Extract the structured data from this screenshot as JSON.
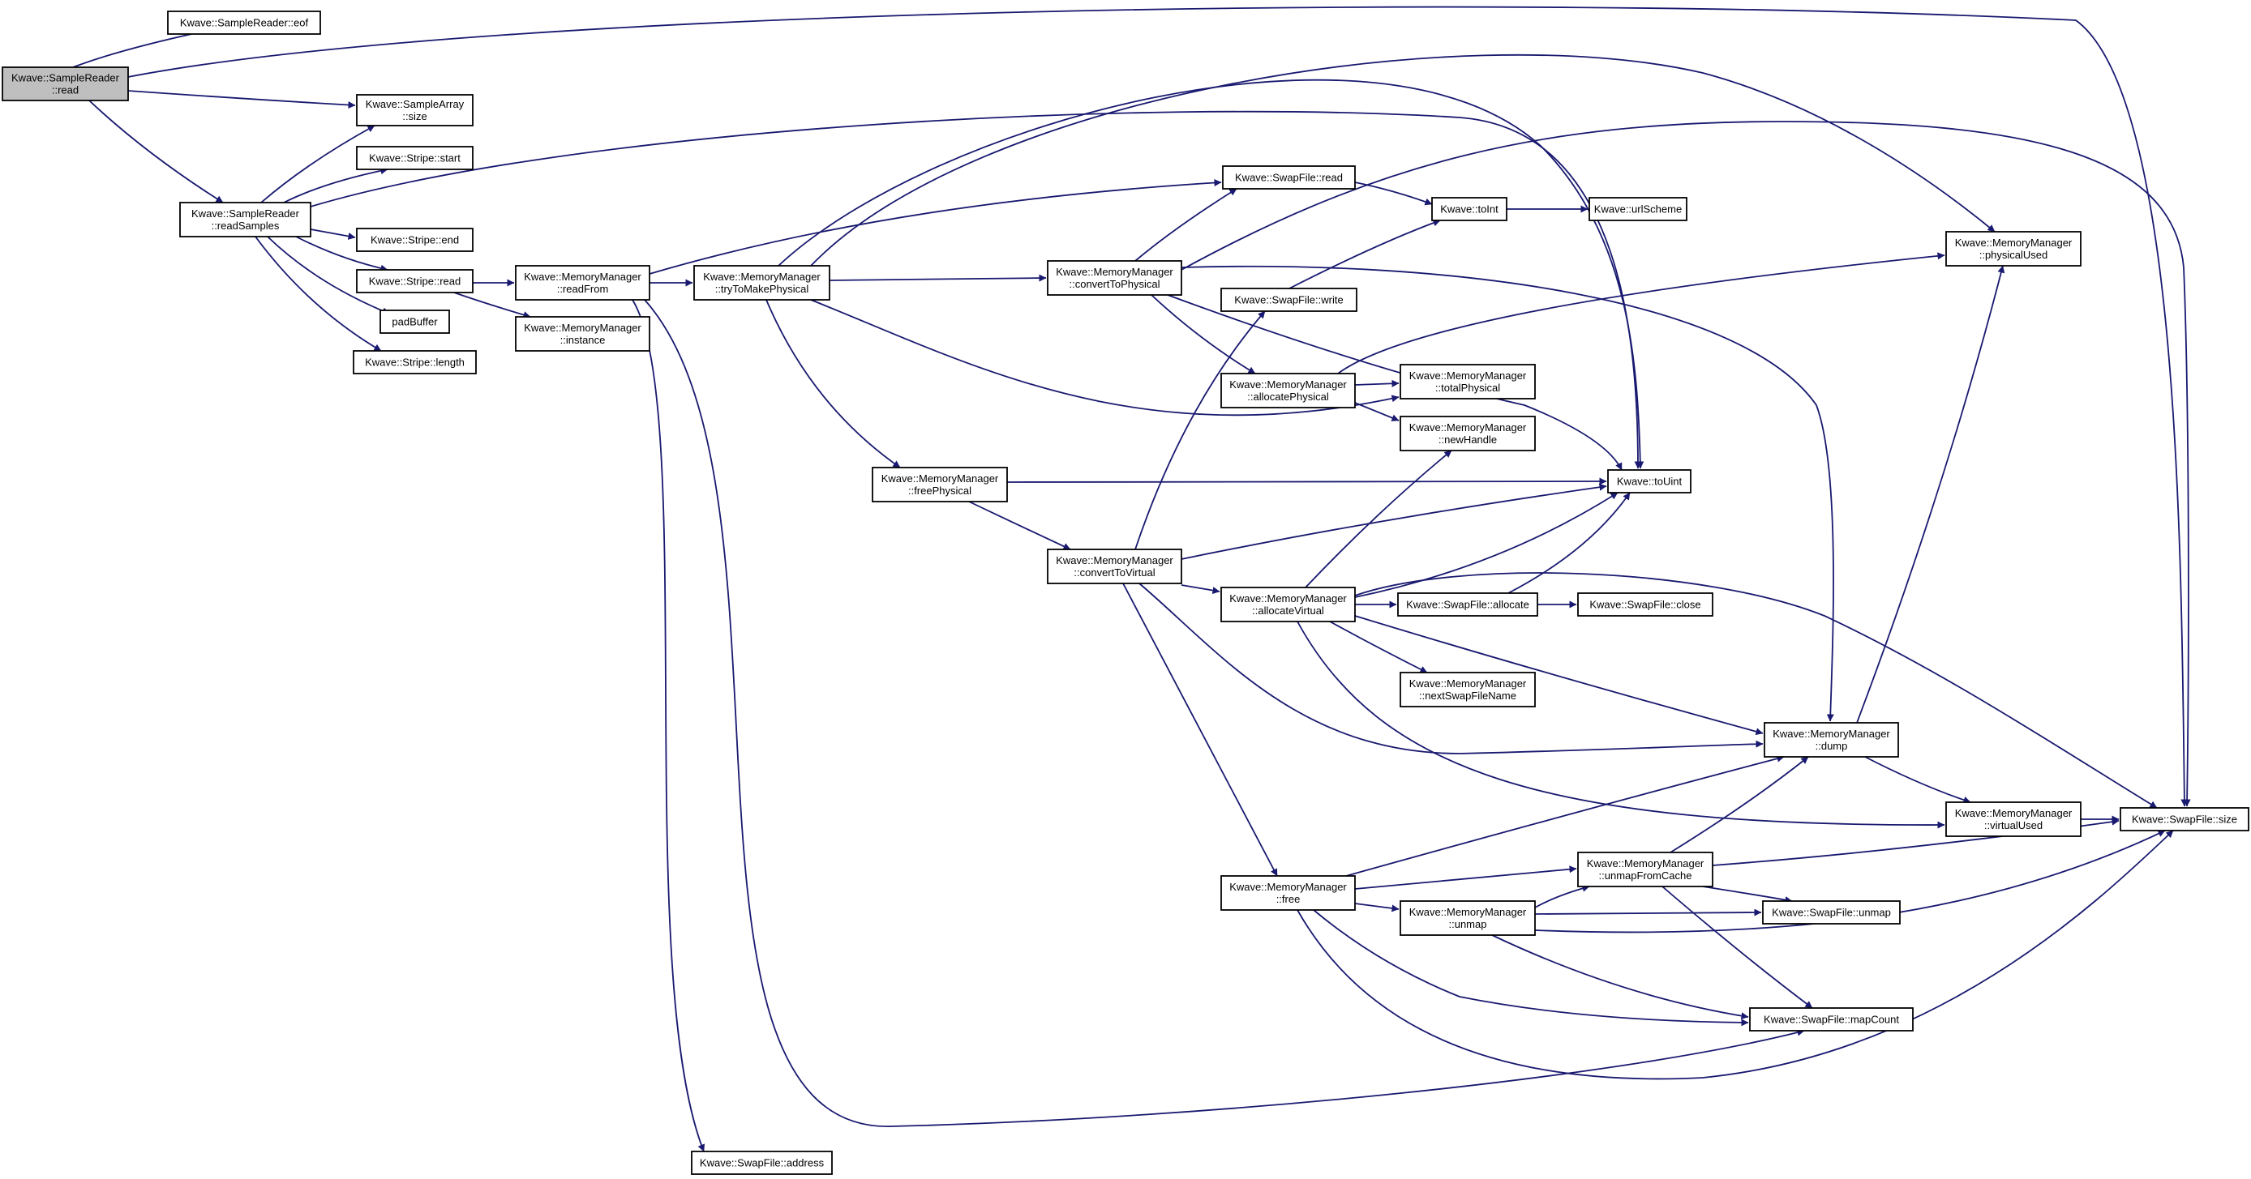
{
  "graph": {
    "edge_color": "#191970",
    "root_fill": "#bfbfbf",
    "nodes": [
      {
        "id": "sr_read",
        "lines": [
          "Kwave::SampleReader",
          "::read"
        ],
        "root": true
      },
      {
        "id": "sr_eof",
        "lines": [
          "Kwave::SampleReader::eof"
        ]
      },
      {
        "id": "sa_size",
        "lines": [
          "Kwave::SampleArray",
          "::size"
        ]
      },
      {
        "id": "st_start",
        "lines": [
          "Kwave::Stripe::start"
        ]
      },
      {
        "id": "sr_readSamples",
        "lines": [
          "Kwave::SampleReader",
          "::readSamples"
        ]
      },
      {
        "id": "st_end",
        "lines": [
          "Kwave::Stripe::end"
        ]
      },
      {
        "id": "st_read",
        "lines": [
          "Kwave::Stripe::read"
        ]
      },
      {
        "id": "padBuffer",
        "lines": [
          "padBuffer"
        ]
      },
      {
        "id": "st_length",
        "lines": [
          "Kwave::Stripe::length"
        ]
      },
      {
        "id": "mm_readFrom",
        "lines": [
          "Kwave::MemoryManager",
          "::readFrom"
        ]
      },
      {
        "id": "mm_instance",
        "lines": [
          "Kwave::MemoryManager",
          "::instance"
        ]
      },
      {
        "id": "mm_tryToMakePhysical",
        "lines": [
          "Kwave::MemoryManager",
          "::tryToMakePhysical"
        ]
      },
      {
        "id": "sf_read",
        "lines": [
          "Kwave::SwapFile::read"
        ]
      },
      {
        "id": "mm_convertToPhysical",
        "lines": [
          "Kwave::MemoryManager",
          "::convertToPhysical"
        ]
      },
      {
        "id": "toInt",
        "lines": [
          "Kwave::toInt"
        ]
      },
      {
        "id": "urlScheme",
        "lines": [
          "Kwave::urlScheme"
        ]
      },
      {
        "id": "sf_write",
        "lines": [
          "Kwave::SwapFile::write"
        ]
      },
      {
        "id": "mm_allocatePhysical",
        "lines": [
          "Kwave::MemoryManager",
          "::allocatePhysical"
        ]
      },
      {
        "id": "mm_totalPhysical",
        "lines": [
          "Kwave::MemoryManager",
          "::totalPhysical"
        ]
      },
      {
        "id": "mm_newHandle",
        "lines": [
          "Kwave::MemoryManager",
          "::newHandle"
        ]
      },
      {
        "id": "mm_freePhysical",
        "lines": [
          "Kwave::MemoryManager",
          "::freePhysical"
        ]
      },
      {
        "id": "toUint",
        "lines": [
          "Kwave::toUint"
        ]
      },
      {
        "id": "mm_physicalUsed",
        "lines": [
          "Kwave::MemoryManager",
          "::physicalUsed"
        ]
      },
      {
        "id": "mm_convertToVirtual",
        "lines": [
          "Kwave::MemoryManager",
          "::convertToVirtual"
        ]
      },
      {
        "id": "mm_allocateVirtual",
        "lines": [
          "Kwave::MemoryManager",
          "::allocateVirtual"
        ]
      },
      {
        "id": "sf_allocate",
        "lines": [
          "Kwave::SwapFile::allocate"
        ]
      },
      {
        "id": "sf_close",
        "lines": [
          "Kwave::SwapFile::close"
        ]
      },
      {
        "id": "mm_nextSwapFileName",
        "lines": [
          "Kwave::MemoryManager",
          "::nextSwapFileName"
        ]
      },
      {
        "id": "mm_dump",
        "lines": [
          "Kwave::MemoryManager",
          "::dump"
        ]
      },
      {
        "id": "mm_virtualUsed",
        "lines": [
          "Kwave::MemoryManager",
          "::virtualUsed"
        ]
      },
      {
        "id": "sf_size",
        "lines": [
          "Kwave::SwapFile::size"
        ]
      },
      {
        "id": "mm_free",
        "lines": [
          "Kwave::MemoryManager",
          "::free"
        ]
      },
      {
        "id": "mm_unmapFromCache",
        "lines": [
          "Kwave::MemoryManager",
          "::unmapFromCache"
        ]
      },
      {
        "id": "mm_unmap",
        "lines": [
          "Kwave::MemoryManager",
          "::unmap"
        ]
      },
      {
        "id": "sf_unmap",
        "lines": [
          "Kwave::SwapFile::unmap"
        ]
      },
      {
        "id": "sf_mapCount",
        "lines": [
          "Kwave::SwapFile::mapCount"
        ]
      },
      {
        "id": "sf_address",
        "lines": [
          "Kwave::SwapFile::address"
        ]
      }
    ],
    "edges": [
      [
        "sr_read",
        "sr_eof"
      ],
      [
        "sr_read",
        "sa_size"
      ],
      [
        "sr_read",
        "sr_readSamples"
      ],
      [
        "sr_read",
        "sf_size"
      ],
      [
        "sr_readSamples",
        "sa_size"
      ],
      [
        "sr_readSamples",
        "st_start"
      ],
      [
        "sr_readSamples",
        "st_end"
      ],
      [
        "sr_readSamples",
        "st_read"
      ],
      [
        "sr_readSamples",
        "padBuffer"
      ],
      [
        "sr_readSamples",
        "st_length"
      ],
      [
        "sr_readSamples",
        "toUint"
      ],
      [
        "st_read",
        "mm_readFrom"
      ],
      [
        "st_read",
        "mm_instance"
      ],
      [
        "mm_readFrom",
        "mm_tryToMakePhysical"
      ],
      [
        "mm_readFrom",
        "sf_read"
      ],
      [
        "mm_readFrom",
        "sf_address"
      ],
      [
        "mm_readFrom",
        "sf_mapCount"
      ],
      [
        "mm_tryToMakePhysical",
        "mm_convertToPhysical"
      ],
      [
        "mm_tryToMakePhysical",
        "mm_freePhysical"
      ],
      [
        "mm_tryToMakePhysical",
        "mm_totalPhysical"
      ],
      [
        "mm_tryToMakePhysical",
        "toUint"
      ],
      [
        "mm_tryToMakePhysical",
        "mm_physicalUsed"
      ],
      [
        "mm_convertToPhysical",
        "sf_read"
      ],
      [
        "mm_convertToPhysical",
        "mm_allocatePhysical"
      ],
      [
        "mm_convertToPhysical",
        "toUint"
      ],
      [
        "mm_convertToPhysical",
        "sf_size"
      ],
      [
        "mm_convertToPhysical",
        "mm_dump"
      ],
      [
        "sf_read",
        "toInt"
      ],
      [
        "sf_write",
        "toInt"
      ],
      [
        "toInt",
        "urlScheme"
      ],
      [
        "mm_allocatePhysical",
        "mm_totalPhysical"
      ],
      [
        "mm_allocatePhysical",
        "mm_newHandle"
      ],
      [
        "mm_allocatePhysical",
        "mm_physicalUsed"
      ],
      [
        "mm_freePhysical",
        "toUint"
      ],
      [
        "mm_freePhysical",
        "mm_convertToVirtual"
      ],
      [
        "mm_convertToVirtual",
        "toUint"
      ],
      [
        "mm_convertToVirtual",
        "mm_allocateVirtual"
      ],
      [
        "mm_convertToVirtual",
        "sf_write"
      ],
      [
        "mm_convertToVirtual",
        "mm_free"
      ],
      [
        "mm_convertToVirtual",
        "mm_dump"
      ],
      [
        "mm_allocateVirtual",
        "mm_newHandle"
      ],
      [
        "mm_allocateVirtual",
        "sf_allocate"
      ],
      [
        "mm_allocateVirtual",
        "toUint"
      ],
      [
        "mm_allocateVirtual",
        "mm_nextSwapFileName"
      ],
      [
        "mm_allocateVirtual",
        "mm_dump"
      ],
      [
        "mm_allocateVirtual",
        "mm_virtualUsed"
      ],
      [
        "mm_allocateVirtual",
        "sf_size"
      ],
      [
        "sf_allocate",
        "sf_close"
      ],
      [
        "sf_allocate",
        "toUint"
      ],
      [
        "mm_dump",
        "mm_physicalUsed"
      ],
      [
        "mm_dump",
        "mm_virtualUsed"
      ],
      [
        "mm_virtualUsed",
        "sf_size"
      ],
      [
        "mm_free",
        "mm_dump"
      ],
      [
        "mm_free",
        "mm_unmapFromCache"
      ],
      [
        "mm_free",
        "mm_unmap"
      ],
      [
        "mm_free",
        "sf_mapCount"
      ],
      [
        "mm_free",
        "sf_size"
      ],
      [
        "mm_unmapFromCache",
        "mm_dump"
      ],
      [
        "mm_unmapFromCache",
        "sf_size"
      ],
      [
        "mm_unmapFromCache",
        "sf_unmap"
      ],
      [
        "mm_unmapFromCache",
        "sf_mapCount"
      ],
      [
        "mm_unmap",
        "mm_unmapFromCache"
      ],
      [
        "mm_unmap",
        "sf_unmap"
      ],
      [
        "mm_unmap",
        "sf_mapCount"
      ],
      [
        "mm_unmap",
        "sf_size"
      ]
    ]
  }
}
